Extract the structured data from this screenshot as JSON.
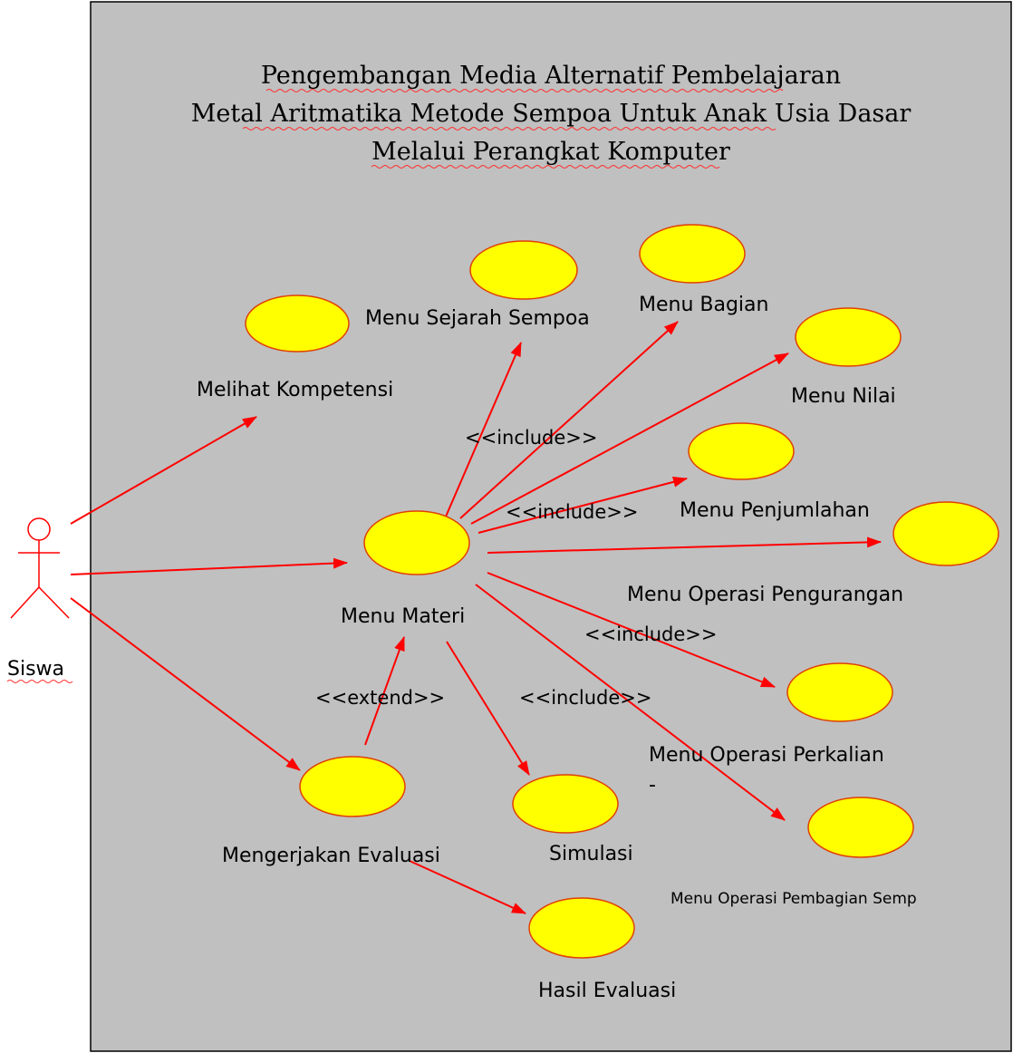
{
  "title": {
    "line1": "Pengembangan Media Alternatif Pembelajaran",
    "line2": "Metal Aritmatika Metode Sempoa Untuk Anak Usia Dasar",
    "line3": "Melalui Perangkat Komputer"
  },
  "actor": {
    "name": "Siswa"
  },
  "use_cases": {
    "melihat_kompetensi": "Melihat Kompetensi",
    "menu_sejarah_sempoa": "Menu Sejarah Sempoa",
    "menu_bagian": "Menu Bagian",
    "menu_nilai": "Menu Nilai",
    "menu_penjumlahan": "Menu Penjumlahan",
    "menu_operasi_pengurangan": "Menu Operasi Pengurangan",
    "menu_materi": "Menu Materi",
    "menu_operasi_perkalian": "Menu Operasi Perkalian",
    "menu_operasi_pembagian": "Menu Operasi Pembagian Semp",
    "mengerjakan_evaluasi": "Mengerjakan Evaluasi",
    "simulasi": "Simulasi",
    "hasil_evaluasi": "Hasil Evaluasi"
  },
  "stereotypes": {
    "include_1": "<<include>>",
    "include_2": "<<include>>",
    "include_3": "<<include>>",
    "include_4": "<<include>>",
    "extend": "<<extend>>"
  },
  "stray_mark": "-",
  "colors": {
    "system_fill": "#c0c0c0",
    "use_case_fill": "#ffff00",
    "use_case_stroke": "#e04000",
    "association": "#ff0000"
  }
}
